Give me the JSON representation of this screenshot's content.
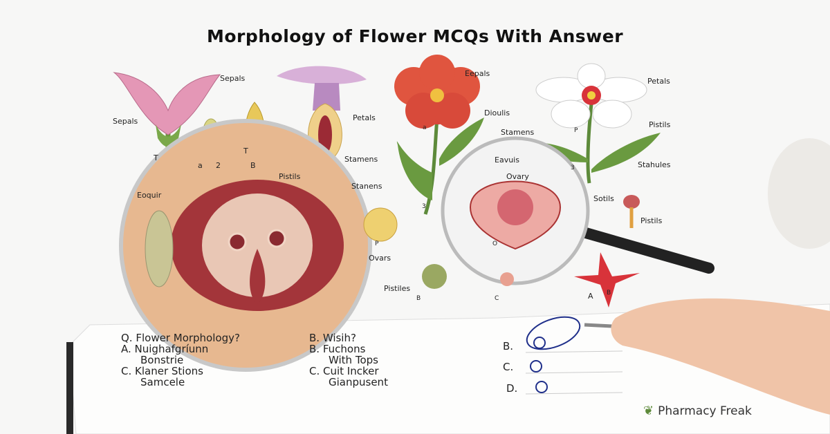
{
  "title": "Morphology of Flower MCQs With Answer",
  "labels": {
    "sepals_1": "Sepals",
    "sepals_2": "Sepals",
    "t_1": "T",
    "a_1": "a",
    "n2_1": "2",
    "t_2": "T",
    "b_1": "B",
    "pistils_1": "Pistils",
    "petals_1": "Petals",
    "stamens_1": "Stamens",
    "stanens_1": "Stanens",
    "eoquir": "Eoquir",
    "eepals": "Eepals",
    "dioulis": "Dioulis",
    "a_2": "a",
    "stamens_2": "Stamens",
    "eavuis": "Eavuis",
    "n3_1": "3",
    "ovary": "Ovary",
    "petals_2": "Petals",
    "pistils_2": "Pistils",
    "p_1": "P",
    "n3_2": "3",
    "stahules": "Stahules",
    "sotils": "Sotils",
    "pistils_3": "Pistils",
    "ovars": "Ovars",
    "p_2": "P",
    "o_1": "O",
    "pistiles": "Pistiles",
    "b_2": "B",
    "c_1": "C",
    "a_3": "A",
    "b_3": "B"
  },
  "notebook": {
    "left": [
      "Q. Flower Morphology?",
      "A. Nuighafgríunn",
      "    Bonstrie",
      "C. Klaner Stions",
      "    Samcele"
    ],
    "right": [
      "B. Wisih?",
      "B. Fuchons",
      "    With Tops",
      "C. Cuit Incker",
      "    Gianpusent"
    ],
    "answers": [
      "B.",
      "C.",
      "D."
    ]
  },
  "brand": "Pharmacy Freak",
  "colors": {
    "accent_blue": "#1f2f8a",
    "petal_red": "#d8443a",
    "leaf_green": "#5d8a3a"
  }
}
